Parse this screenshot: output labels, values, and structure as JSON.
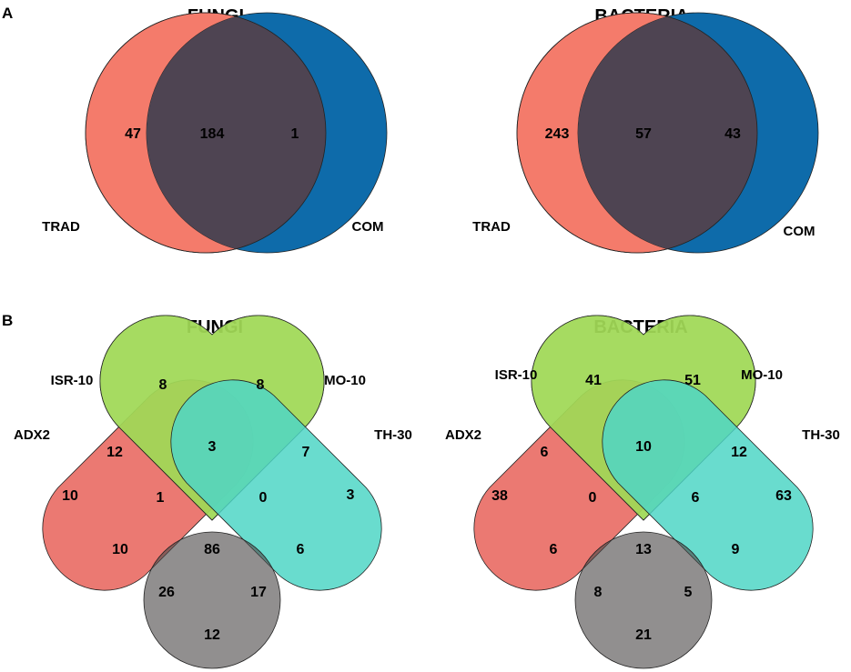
{
  "panel_A": {
    "label": "A",
    "fungi": {
      "title": "FUNGI",
      "sets": [
        "TRAD",
        "COM"
      ],
      "only_trad": "47",
      "shared": "184",
      "only_com": "1"
    },
    "bacteria": {
      "title": "BACTERIA",
      "sets": [
        "TRAD",
        "COM"
      ],
      "only_trad": "243",
      "shared": "57",
      "only_com": "43"
    }
  },
  "panel_B": {
    "label": "B",
    "fungi": {
      "title": "FUNGI",
      "sets": [
        "ADX2",
        "ISR-10",
        "MO-10",
        "TH-30"
      ],
      "regions": {
        "ADX2": "10",
        "ISR-10": "8",
        "MO-10": "8",
        "TH-30": "3",
        "ADX2&ISR-10": "12",
        "ISR-10&MO-10": "3",
        "MO-10&TH-30": "7",
        "ADX2&ISR-10&MO-10": "1",
        "ISR-10&MO-10&TH-30": "0",
        "ADX2&MO-10": "10",
        "ADX2&ISR-10&MO-10&TH-30": "86",
        "ISR-10&TH-30": "6",
        "ADX2&MO-10&TH-30": "26",
        "ADX2&ISR-10&TH-30": "17",
        "ADX2&TH-30": "12"
      }
    },
    "bacteria": {
      "title": "BACTERIA",
      "sets": [
        "ADX2",
        "ISR-10",
        "MO-10",
        "TH-30"
      ],
      "regions": {
        "ADX2": "38",
        "ISR-10": "41",
        "MO-10": "51",
        "TH-30": "63",
        "ADX2&ISR-10": "6",
        "ISR-10&MO-10": "10",
        "MO-10&TH-30": "12",
        "ADX2&ISR-10&MO-10": "0",
        "ISR-10&MO-10&TH-30": "6",
        "ADX2&MO-10": "6",
        "ADX2&ISR-10&MO-10&TH-30": "13",
        "ISR-10&TH-30": "9",
        "ADX2&MO-10&TH-30": "8",
        "ADX2&ISR-10&TH-30": "5",
        "ADX2&TH-30": "21"
      }
    }
  },
  "colors": {
    "trad": "#F47B6B",
    "com": "#0E6BAA",
    "overlap2": "#4E4452",
    "adx2": "#E8675F",
    "isr10": "#F2D84D",
    "mo10": "#88D85A",
    "th30": "#4FD6C5"
  }
}
